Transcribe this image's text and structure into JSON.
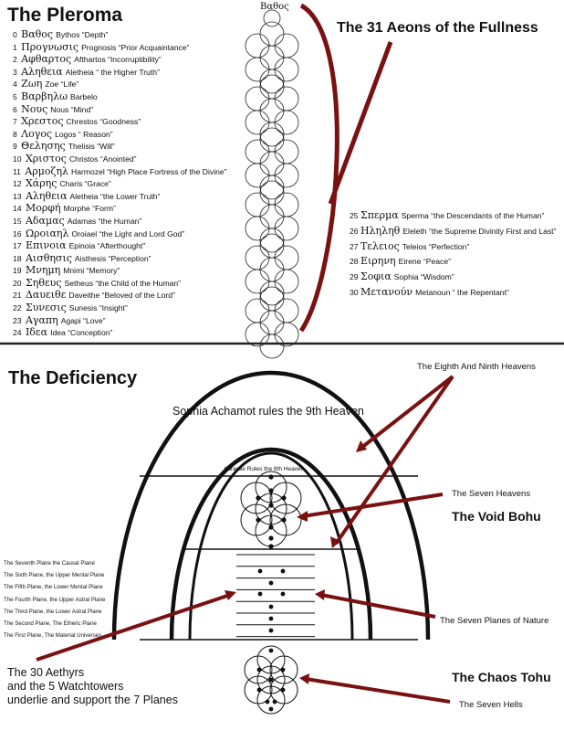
{
  "pleroma": {
    "title": "The Pleroma",
    "subtitle": "The 31 Aeons of the Fullness",
    "top_label": "Βαθος",
    "aeons_left": [
      {
        "num": "0",
        "greek": "Βαθος",
        "text": "Bythos “Depth”"
      },
      {
        "num": "1",
        "greek": "Προγνωσις",
        "text": "Prognosis “Prior Acquaintance”"
      },
      {
        "num": "2",
        "greek": "Αφθαρτος",
        "text": "Afthartos “Incorruptibility”"
      },
      {
        "num": "3",
        "greek": "Αληθεια",
        "text": "Aletheia “ the Higher Truth”"
      },
      {
        "num": "4",
        "greek": "Ζωη",
        "text": "Zoe “Life”"
      },
      {
        "num": "5",
        "greek": "Βαρβηλω",
        "text": "Barbelo"
      },
      {
        "num": "6",
        "greek": "Νους",
        "text": "Nous “Mind”"
      },
      {
        "num": "7",
        "greek": "Χρεστος",
        "text": "Chrestos “Goodness”"
      },
      {
        "num": "8",
        "greek": "Λογος",
        "text": "Logos “ Reason”"
      },
      {
        "num": "9",
        "greek": "Θελησης",
        "text": "Thelisis “Will”"
      },
      {
        "num": "10",
        "greek": "Χριστος",
        "text": "Christos “Anointed”"
      },
      {
        "num": "11",
        "greek": "Αρμοζηλ",
        "text": "Harmozel “High Place Fortress of the Divine”"
      },
      {
        "num": "12",
        "greek": "Χάρης",
        "text": "Charis “Grace”"
      },
      {
        "num": "13",
        "greek": "Αληθεια",
        "text": "Aletheia “the Lower Truth”"
      },
      {
        "num": "14",
        "greek": "Μορφή",
        "text": "Morphe “Form”"
      },
      {
        "num": "15",
        "greek": "Αδαμας",
        "text": "Adamas “the Human”"
      },
      {
        "num": "16",
        "greek": "Ωροιαηλ",
        "text": "Oroiael “the Light and Lord God”"
      },
      {
        "num": "17",
        "greek": "Επινοια",
        "text": "Epinoia “Afterthought”"
      },
      {
        "num": "18",
        "greek": "Αισθησις",
        "text": "Aisthesis “Perception”"
      },
      {
        "num": "19",
        "greek": "Μνημη",
        "text": "Mnimi “Memory”"
      },
      {
        "num": "20",
        "greek": "Σηθευς",
        "text": "Setheus “the Child of the Human”"
      },
      {
        "num": "21",
        "greek": "Δαυειθε",
        "text": "Daveithe “Beloved of the Lord”"
      },
      {
        "num": "22",
        "greek": "Συνεσις",
        "text": "Sunesis “Insight”"
      },
      {
        "num": "23",
        "greek": "Αγαπη",
        "text": "Agapi “Love”"
      },
      {
        "num": "24",
        "greek": "Ιδεα",
        "text": "Idea “Conception”"
      }
    ],
    "aeons_right": [
      {
        "num": "25",
        "greek": "Σπερμα",
        "text": "Sperma “the Descendants of the Human”"
      },
      {
        "num": "26",
        "greek": "Ηληληθ",
        "text": "Eleleth “the Supreme Divinity First and Last”"
      },
      {
        "num": "27",
        "greek": "Τελειος",
        "text": "Teleios “Perfection”"
      },
      {
        "num": "28",
        "greek": "Ειρηνη",
        "text": "Eirene “Peace”"
      },
      {
        "num": "29",
        "greek": "Σοφια",
        "text": "Sophia “Wisdom”"
      },
      {
        "num": "30",
        "greek": "Μετανούν",
        "text": "Metanoun “ the Repentant”"
      }
    ]
  },
  "deficiency": {
    "title": "The Deficiency",
    "sophia_label": "Sophia Achamot rules the 9th Heaven",
    "abrasax_label": "Abrasax Rules the 8th Heaven",
    "eighth_ninth": "The Eighth And Ninth Heavens",
    "seven_heavens": "The Seven Heavens",
    "void": "The Void Bohu",
    "planes_of_nature": "The Seven Planes of Nature",
    "chaos": "The Chaos Tohu",
    "seven_hells": "The Seven Hells",
    "aethyrs": [
      "The 30 Aethyrs",
      "and the 5 Watchtowers",
      "underlie and support the 7 Planes"
    ],
    "planes": [
      "The Seventh Plane the Causal Plane",
      "The Sixth Plane, the Upper Mental Plane",
      "The Fifth Plane, the Lower Mental Plane",
      "The Fourth Plane, the Upper Astral Plane",
      "The Third Plane, the Lower Astral Plane",
      "The Second Plane, The Etheric Plane",
      "The First Plane, The Material Universes"
    ]
  },
  "colors": {
    "accent": "#7a1111",
    "ink": "#111111"
  }
}
